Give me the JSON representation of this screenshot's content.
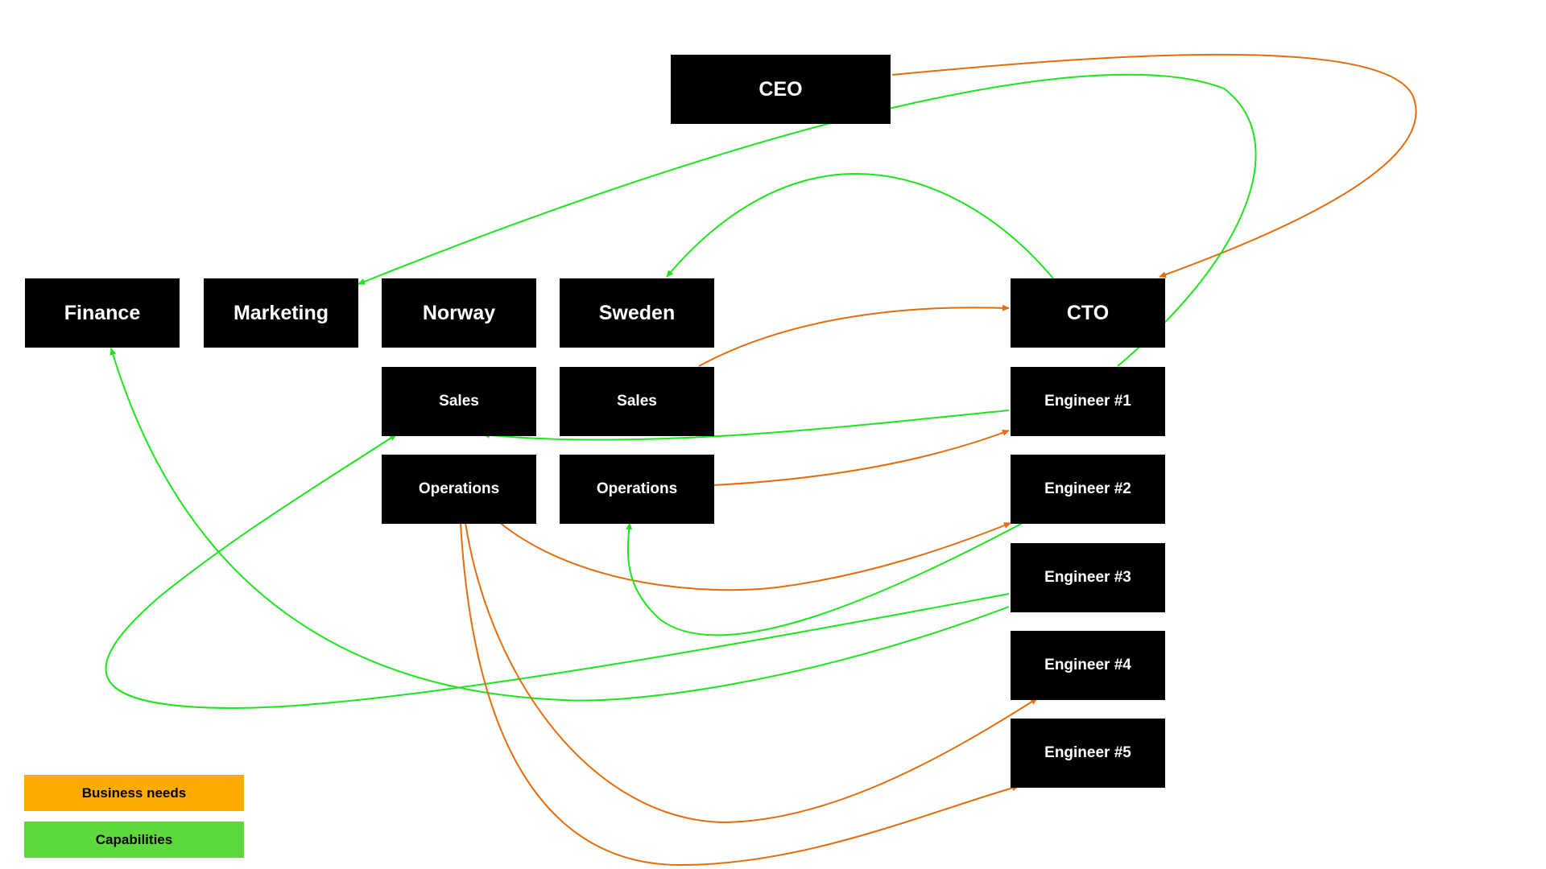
{
  "colors": {
    "business_needs": "#e46c0a",
    "capabilities": "#1ee41e",
    "legend_business_fill": "#fcac00",
    "legend_capabilities_fill": "#5ed93c",
    "node_fill": "#000000",
    "node_text": "#ffffff"
  },
  "nodes": {
    "ceo": "CEO",
    "finance": "Finance",
    "marketing": "Marketing",
    "norway": "Norway",
    "sweden": "Sweden",
    "cto": "CTO",
    "norway_sales": "Sales",
    "sweden_sales": "Sales",
    "norway_operations": "Operations",
    "sweden_operations": "Operations",
    "engineer_1": "Engineer #1",
    "engineer_2": "Engineer #2",
    "engineer_3": "Engineer #3",
    "engineer_4": "Engineer #4",
    "engineer_5": "Engineer #5"
  },
  "legend": {
    "business_needs": "Business needs",
    "capabilities": "Capabilities"
  },
  "links": [
    {
      "from": "ceo",
      "to": "cto",
      "kind": "business_needs"
    },
    {
      "from": "engineer_1",
      "to": "marketing",
      "kind": "capabilities"
    },
    {
      "from": "cto",
      "to": "sweden",
      "kind": "capabilities"
    },
    {
      "from": "sweden_sales",
      "to": "cto",
      "kind": "business_needs"
    },
    {
      "from": "engineer_1",
      "to": "norway_sales",
      "kind": "capabilities"
    },
    {
      "from": "sweden_operations",
      "to": "engineer_1",
      "kind": "business_needs"
    },
    {
      "from": "norway_operations",
      "to": "engineer_2",
      "kind": "business_needs"
    },
    {
      "from": "engineer_2",
      "to": "sweden_operations",
      "kind": "capabilities"
    },
    {
      "from": "engineer_3",
      "to": "norway_sales",
      "kind": "capabilities"
    },
    {
      "from": "engineer_3",
      "to": "finance",
      "kind": "capabilities"
    },
    {
      "from": "norway_operations",
      "to": "engineer_4",
      "kind": "business_needs"
    },
    {
      "from": "norway_operations",
      "to": "engineer_5",
      "kind": "business_needs"
    }
  ]
}
